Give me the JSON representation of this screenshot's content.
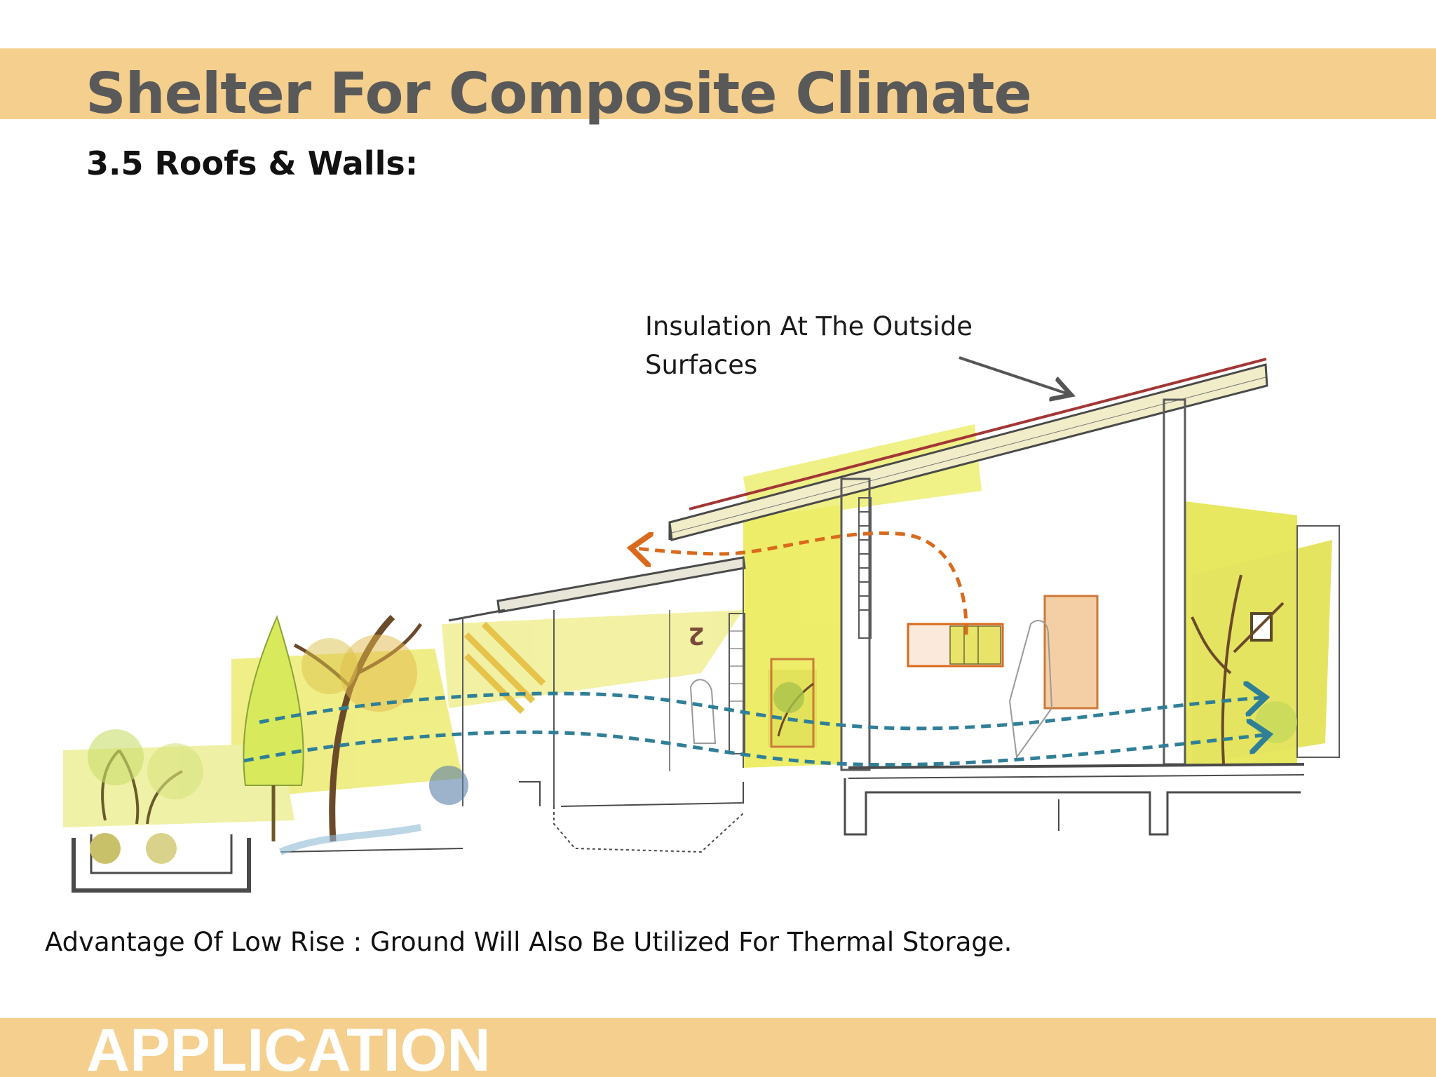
{
  "slide": {
    "title": "Shelter For Composite Climate",
    "subtitle": "3.5 Roofs & Walls:",
    "callout": {
      "line1": "Insulation At The Outside",
      "line2": "Surfaces"
    },
    "caption": "Advantage Of Low Rise : Ground Will Also Be Utilized For  Thermal Storage.",
    "footer_label": "APPLICATION"
  },
  "illustration": {
    "room_number": "2"
  },
  "colors": {
    "band": "#f5cf8d",
    "title_text": "#595959",
    "footer_text": "#ffffff",
    "warm_air_arrow": "#d96a1c",
    "cool_air_arrow": "#2f7f97",
    "insulation_line": "#a33636",
    "pointer_arrow": "#555555",
    "yellow_wash": "#ecec5a"
  }
}
